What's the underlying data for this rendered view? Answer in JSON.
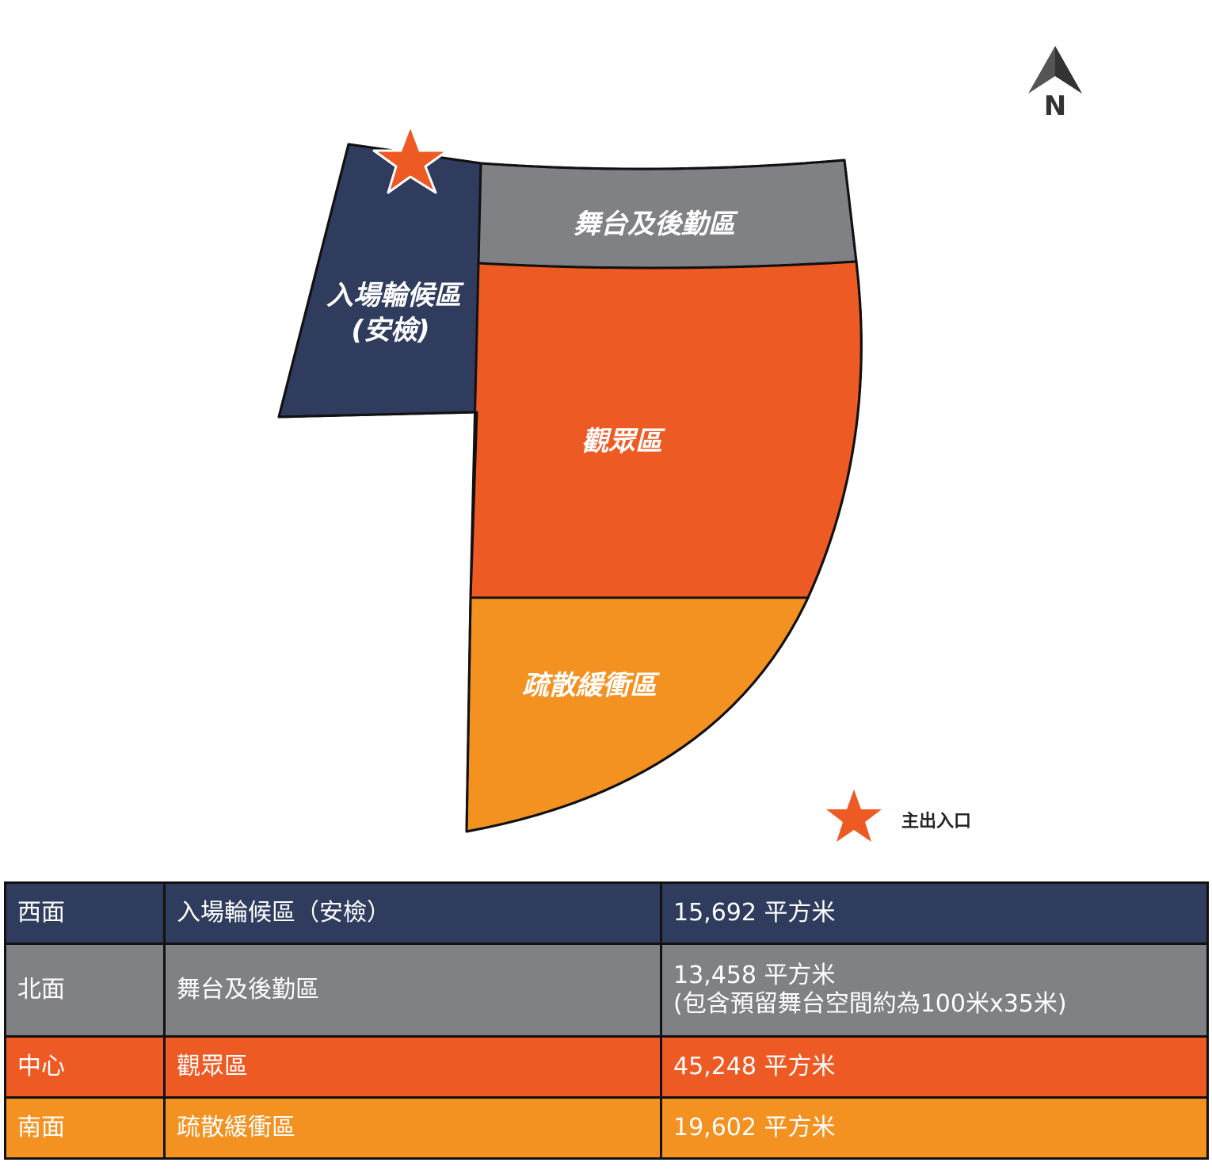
{
  "map": {
    "zones": {
      "west": {
        "label_line1": "入場輪候區",
        "label_line2": "(安檢)",
        "color": "#2f3c5e"
      },
      "north": {
        "label": "舞台及後勤區",
        "color": "#808184"
      },
      "center": {
        "label": "觀眾區",
        "color": "#ee5a24"
      },
      "south": {
        "label": "疏散緩衝區",
        "color": "#f39121"
      }
    },
    "compass": {
      "letter": "N",
      "icon": "north-arrow-icon"
    },
    "entrance_marker": {
      "icon": "star-icon",
      "color": "#ee5a24"
    },
    "legend": {
      "entrance_label": "主出入口",
      "icon": "star-icon"
    }
  },
  "table": {
    "rows": [
      {
        "direction": "西面",
        "zone": "入場輪候區（安檢）",
        "area": "15,692 平方米",
        "note": "",
        "color": "#2f3c5e"
      },
      {
        "direction": "北面",
        "zone": "舞台及後勤區",
        "area": "13,458 平方米",
        "note": "(包含預留舞台空間約為100米x35米)",
        "color": "#808184"
      },
      {
        "direction": "中心",
        "zone": "觀眾區",
        "area": "45,248 平方米",
        "note": "",
        "color": "#ee5a24"
      },
      {
        "direction": "南面",
        "zone": "疏散緩衝區",
        "area": "19,602 平方米",
        "note": "",
        "color": "#f39121"
      }
    ]
  }
}
